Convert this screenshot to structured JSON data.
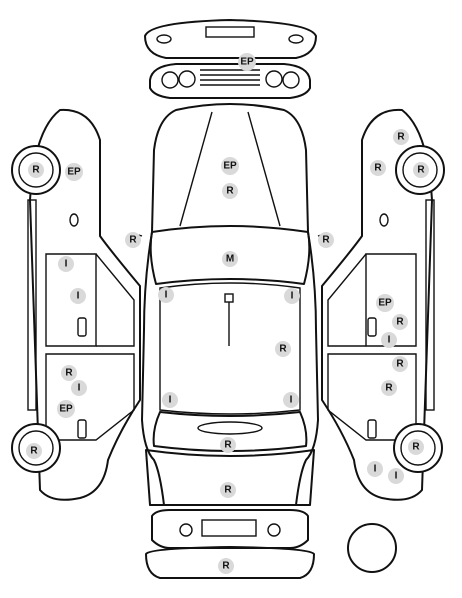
{
  "colors": {
    "line": "#111111",
    "marker_fill": "#d9d9d9",
    "marker_text": "#111111"
  },
  "markers": [
    {
      "id": "ep-top",
      "label": "EP"
    },
    {
      "id": "r-mirror-left",
      "label": "R"
    },
    {
      "id": "r-mirror-right",
      "label": "R"
    },
    {
      "id": "ep-hood",
      "label": "EP"
    },
    {
      "id": "r-hood",
      "label": "R"
    },
    {
      "id": "m-roof",
      "label": "M"
    },
    {
      "id": "i-pillar-fl",
      "label": "I"
    },
    {
      "id": "i-pillar-fr",
      "label": "I"
    },
    {
      "id": "r-roof",
      "label": "R"
    },
    {
      "id": "i-pillar-rl",
      "label": "I"
    },
    {
      "id": "i-pillar-rr",
      "label": "I"
    },
    {
      "id": "r-trunk",
      "label": "R"
    },
    {
      "id": "r-rear-bumper",
      "label": "R"
    },
    {
      "id": "r-rear-bottom",
      "label": "R"
    },
    {
      "id": "r-left-front-wheel",
      "label": "R"
    },
    {
      "id": "ep-left-fender",
      "label": "EP"
    },
    {
      "id": "i-left-front-door-1",
      "label": "I"
    },
    {
      "id": "i-left-front-door-2",
      "label": "I"
    },
    {
      "id": "r-left-rear-door",
      "label": "R"
    },
    {
      "id": "i-left-rear-door",
      "label": "I"
    },
    {
      "id": "ep-left-rear-door",
      "label": "EP"
    },
    {
      "id": "r-left-rear-wheel",
      "label": "R"
    },
    {
      "id": "r-right-top",
      "label": "R"
    },
    {
      "id": "r-right-fender",
      "label": "R"
    },
    {
      "id": "r-right-front-wheel",
      "label": "R"
    },
    {
      "id": "ep-right-front-door",
      "label": "EP"
    },
    {
      "id": "r-right-front-door",
      "label": "R"
    },
    {
      "id": "i-right-front-door",
      "label": "I"
    },
    {
      "id": "r-right-rear-door-1",
      "label": "R"
    },
    {
      "id": "r-right-rear-door-2",
      "label": "R"
    },
    {
      "id": "r-right-rear-wheel",
      "label": "R"
    },
    {
      "id": "i-right-rear-1",
      "label": "I"
    },
    {
      "id": "i-right-rear-2",
      "label": "I"
    }
  ]
}
